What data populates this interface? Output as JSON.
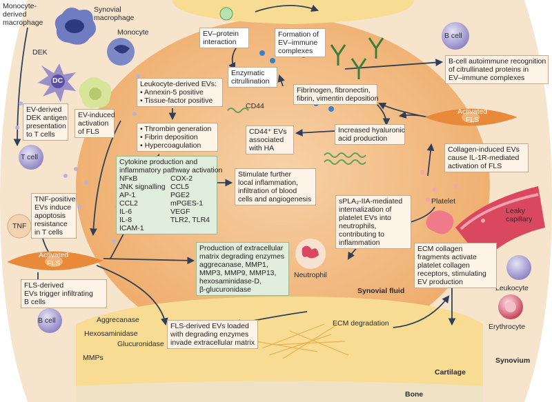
{
  "labels": {
    "monocyte_derived_macrophage": [
      "Monocyte-",
      "derived",
      "macrophage"
    ],
    "synovial_macrophage": [
      "Synovial",
      "macrophage"
    ],
    "monocyte": "Monocyte",
    "dek": "DEK",
    "dc": "DC",
    "t_cell": "T cell",
    "tnf": "TNF",
    "activated_fls_left": [
      "Activated",
      "FLS"
    ],
    "b_cell_left": "B cell",
    "b_cell_right": "B cell",
    "activated_fls_right": [
      "Activated",
      "FLS"
    ],
    "cd44": "CD44",
    "platelet": "Platelet",
    "leaky_capillary": [
      "Leaky",
      "capillary"
    ],
    "leukocyte": "Leukocyte",
    "erythrocyte": "Erythrocyte",
    "neutrophil": "Neutrophil",
    "synovial_fluid": "Synovial fluid",
    "synovium": "Synovium",
    "cartilage": "Cartilage",
    "bone": "Bone",
    "aggrecanase": "Aggrecanase",
    "hexosaminidase": "Hexosaminidase",
    "glucuronidase": "Glucuronidase",
    "mmps": "MMPs",
    "ecm_degradation": "ECM degradation"
  },
  "boxes": {
    "ev_protein": [
      "EV–protein",
      "interaction"
    ],
    "formation": [
      "Formation of",
      "EV–immune",
      "complexes"
    ],
    "bcell_recognition": [
      "B-cell autoimmune recognition",
      "of citrullinated proteins in",
      "EV–immune complexes"
    ],
    "enzymatic": [
      "Enzymatic",
      "citrullination"
    ],
    "fibrinogen": [
      "Fibrinogen, fibronectin,",
      "fibrin, vimentin deposition"
    ],
    "leukocyte_evs": [
      "Leukocyte-derived EVs:",
      "• Annexin-5 positive",
      "• Tissue-factor positive"
    ],
    "thrombin": [
      "• Thrombin generation",
      "• Fibrin deposition",
      "• Hypercoagulation"
    ],
    "increased_ha": [
      "Increased hyaluronic",
      "acid production"
    ],
    "cd44_evs": [
      "CD44⁺ EVs",
      "associated",
      "with HA"
    ],
    "ev_derived_dek": [
      "EV-derived",
      "DEK antigen",
      "presentation",
      "to T cells"
    ],
    "ev_induced_fls": [
      "EV-induced",
      "activation",
      "of FLS"
    ],
    "collagen_evs": [
      "Collagen-induced EVs",
      "cause IL-1R-mediated",
      "activation of FLS"
    ],
    "cytokine_title": [
      "Cytokine production and",
      "inflammatory pathway activation"
    ],
    "cytokine_col1": [
      "NFκB",
      "JNK signalling",
      "AP-1",
      "CCL2",
      "IL-6",
      "IL-8",
      "ICAM-1"
    ],
    "cytokine_col2": [
      "COX-2",
      "CCL5",
      "PGE2",
      "mPGES-1",
      "VEGF",
      "TLR2, TLR4"
    ],
    "stimulate": [
      "Stimulate further",
      "local inflammation,",
      "infiltration of blood",
      "cells and angiogenesis"
    ],
    "tnf_positive": [
      "TNF-positive",
      "EVs induce",
      "apoptosis",
      "resistance",
      "in T cells"
    ],
    "spla2": [
      "sPLA₂-IIA-mediated",
      "internalization of",
      "platelet EVs into",
      "neutrophils,",
      "contributing to",
      "inflammation"
    ],
    "production_ecm": [
      "Production of extracellular",
      "matrix degrading enzymes",
      "aggrecanase, MMP1,",
      "MMP3, MMP9, MMP13,",
      "hexosaminidase-D,",
      "β-glucuronidase"
    ],
    "ecm_collagen": [
      "ECM collagen",
      "fragments activate",
      "platelet collagen",
      "receptors, stimulating",
      "EV production"
    ],
    "fls_derived": [
      "FLS-derived",
      "EVs trigger infiltrating",
      "B cells"
    ],
    "fls_evs_loaded": [
      "FLS-derived EVs loaded",
      "with degrading enzymes",
      "invade extracellular matrix"
    ]
  },
  "colors": {
    "synovium": "#f6e4cd",
    "synovial_fluid": "#f2c28f",
    "cartilage": "#f8dc94",
    "box_fill": "#fdf3e6",
    "green_box": "#e2eedd",
    "arrow": "#2f3f57",
    "fls": "#e88a3a",
    "bcell": "#8e86c4",
    "monocyte": "#7d88c7"
  }
}
